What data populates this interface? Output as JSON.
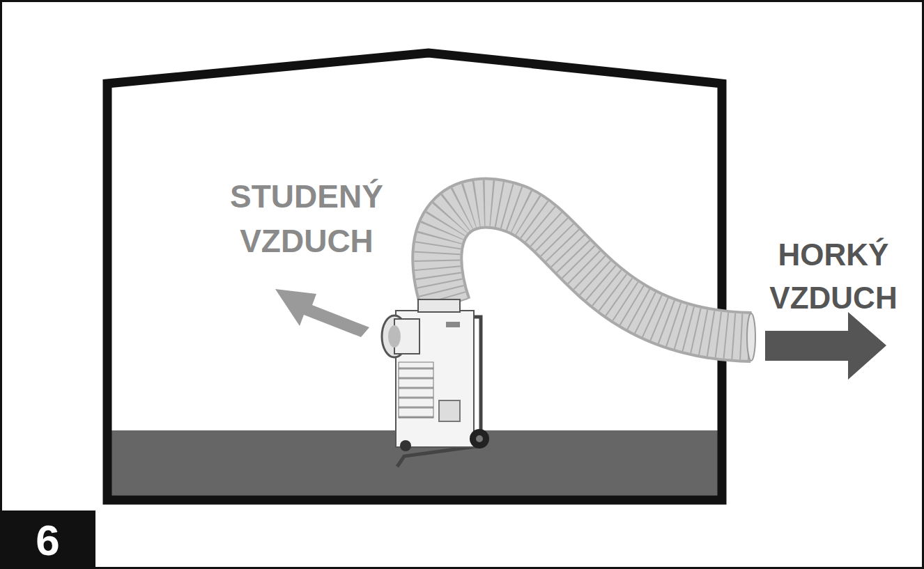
{
  "diagram": {
    "nodes": [
      {
        "text": [
          "6"
        ]
      }
    ],
    "labels": [
      "STUDENÝ VZDUCH",
      "HORKÝ VZDUCH"
    ]
  }
}
